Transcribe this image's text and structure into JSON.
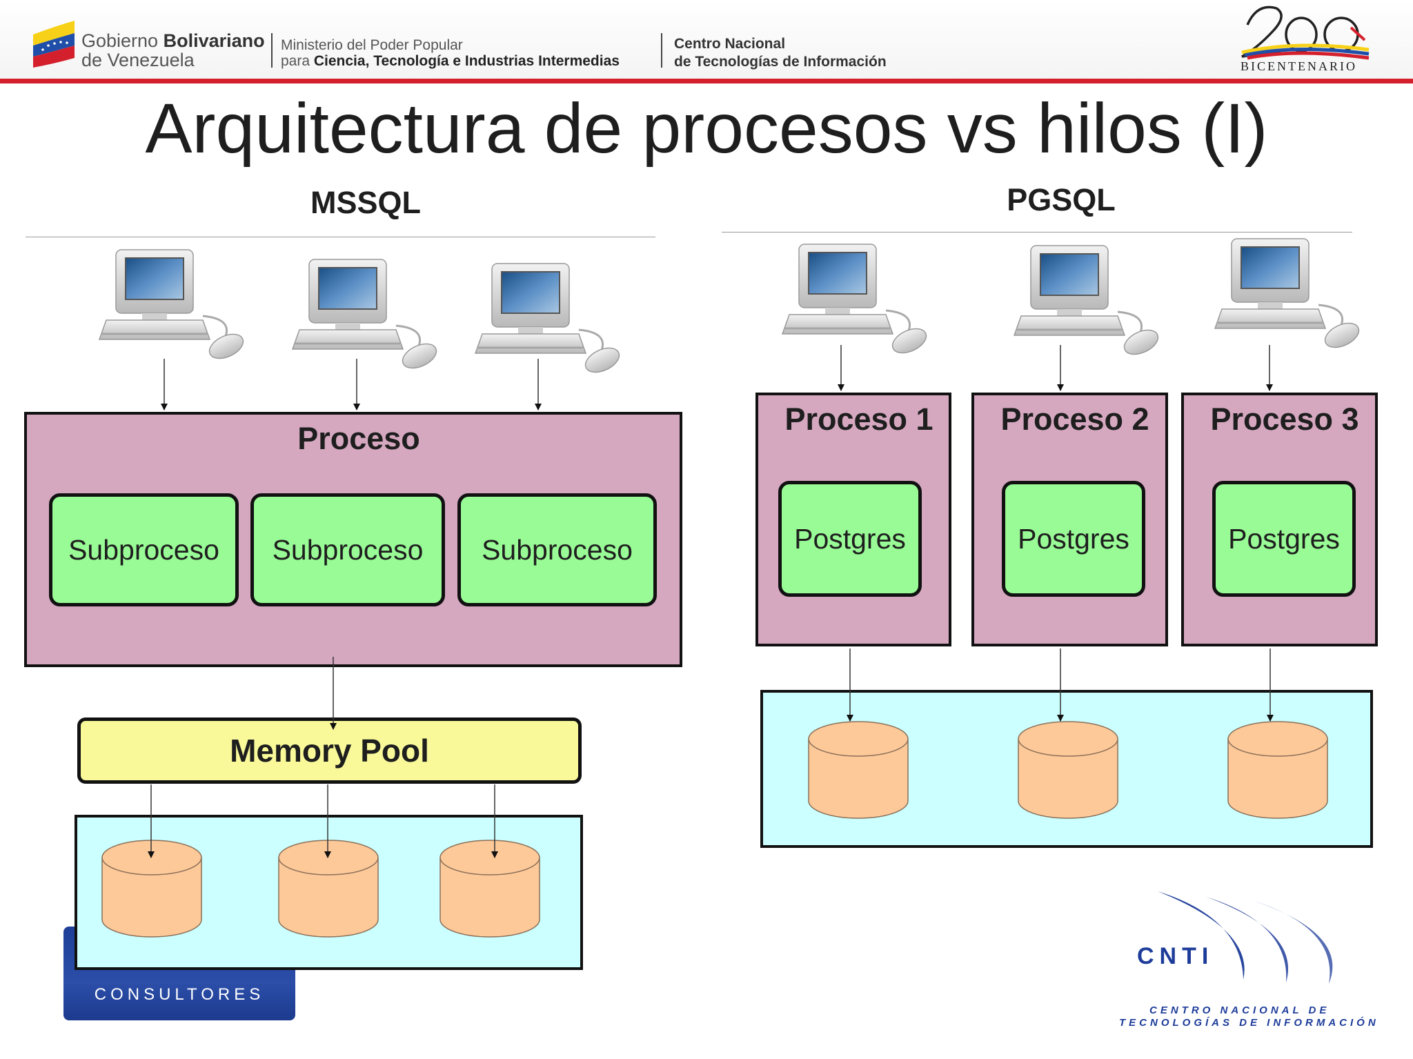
{
  "header": {
    "gov_line1_prefix": "Gobierno",
    "gov_line1_bold": "Bolivariano",
    "gov_line2": "de Venezuela",
    "ministry_line1": "Ministerio del Poder Popular",
    "ministry_line2_prefix": "para",
    "ministry_line2_bold": "Ciencia, Tecnología e Industrias Intermedias",
    "centro_line1": "Centro Nacional",
    "centro_line2": "de Tecnologías de Información",
    "bicentenario": "BICENTENARIO",
    "accent_color": "#d4202c"
  },
  "title": "Arquitectura de procesos vs hilos (I)",
  "mssql": {
    "label": "MSSQL",
    "process_label": "Proceso",
    "subprocesses": [
      "Subproceso",
      "Subproceso",
      "Subproceso"
    ],
    "memory_pool_label": "Memory Pool"
  },
  "pgsql": {
    "label": "PGSQL",
    "processes": [
      {
        "label": "Proceso 1",
        "inner": "Postgres"
      },
      {
        "label": "Proceso 2",
        "inner": "Postgres"
      },
      {
        "label": "Proceso 3",
        "inner": "Postgres"
      }
    ]
  },
  "logos": {
    "emacs_text": "CONSULTORES",
    "cnti_text": "CNTI",
    "cnti_sub_line1": "CENTRO NACIONAL DE",
    "cnti_sub_line2": "TECNOLOGÍAS DE INFORMACIÓN"
  },
  "colors": {
    "process": "#d5a8c0",
    "subprocess": "#99fb96",
    "memory_pool": "#f9f99a",
    "storage_area": "#ccffff",
    "database": "#fdc999"
  }
}
